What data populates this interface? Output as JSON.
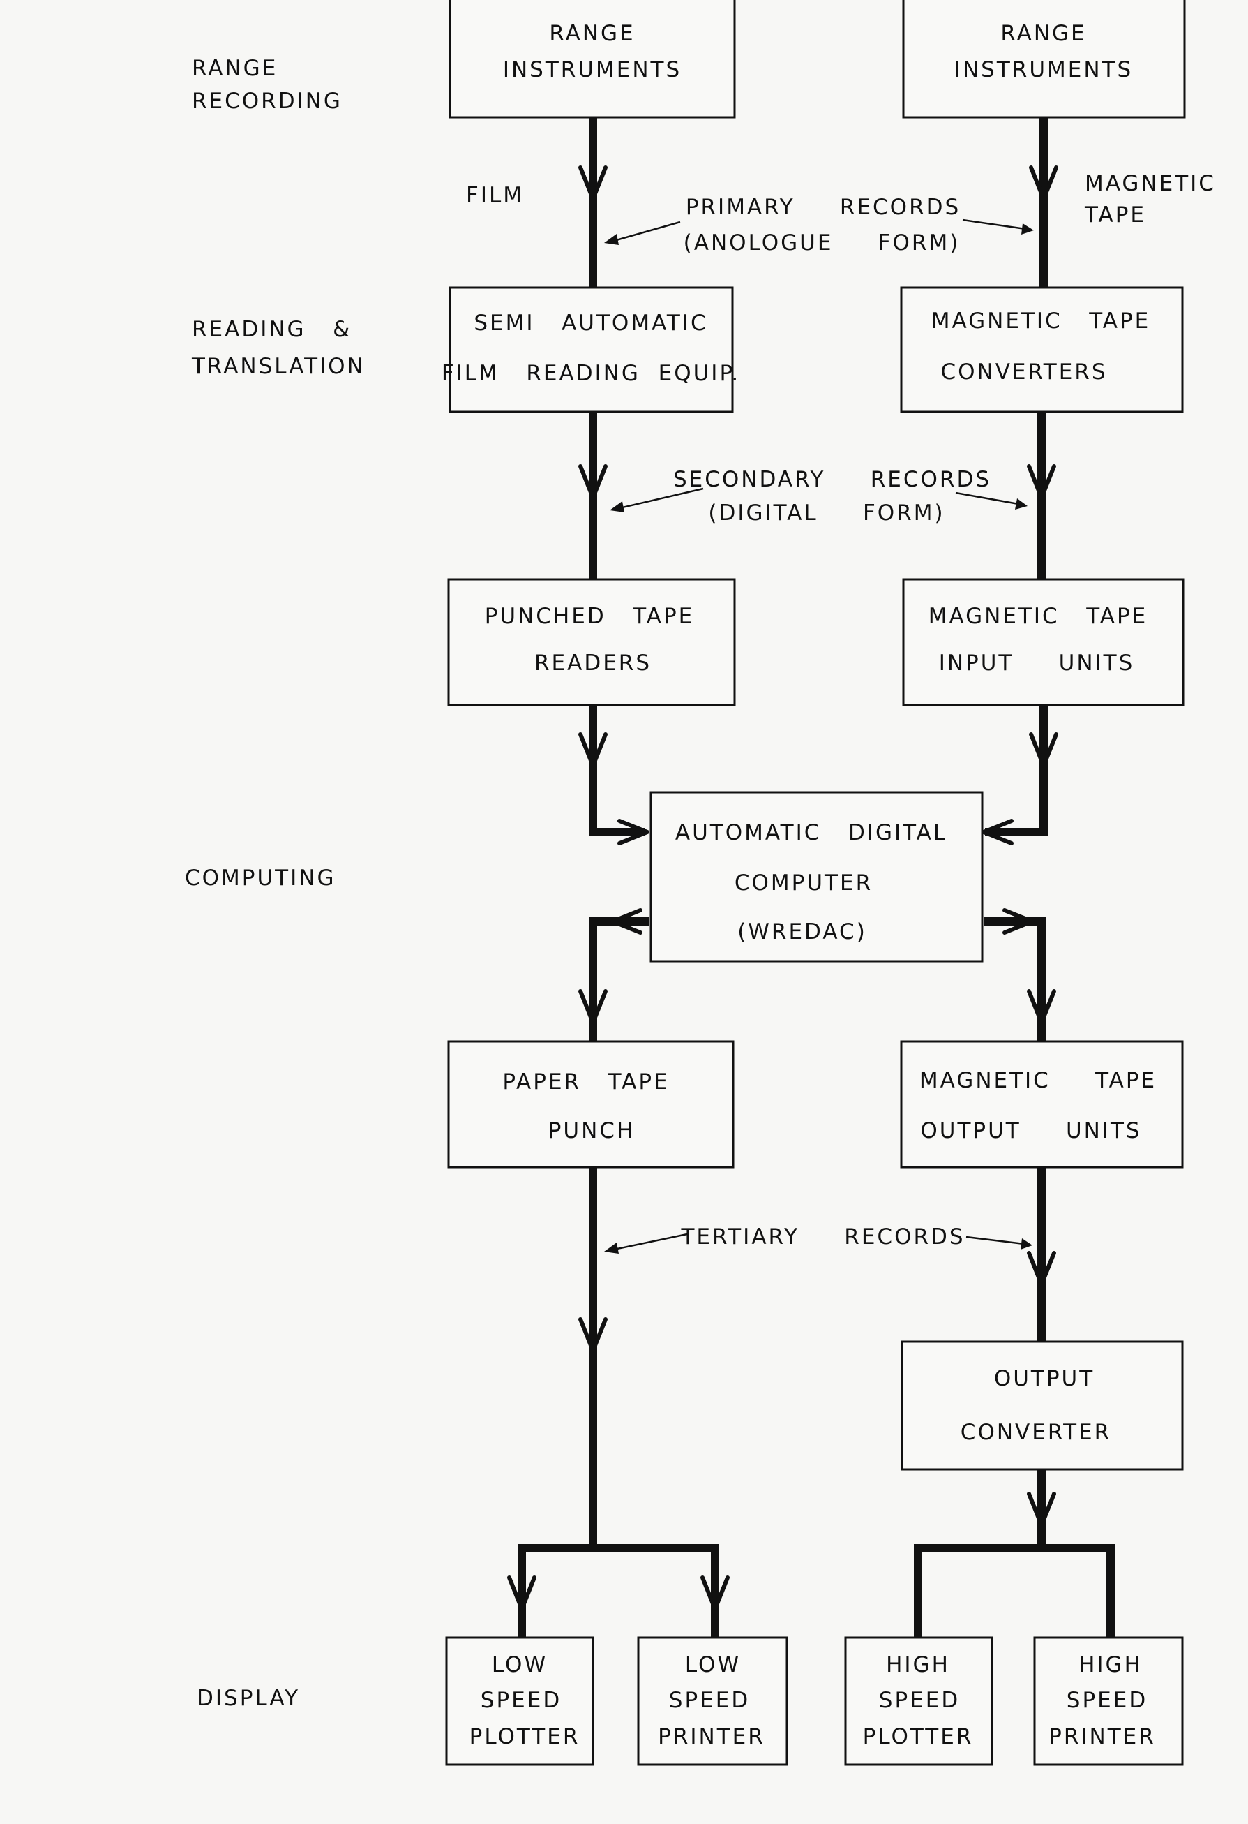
{
  "stages": {
    "range_recording": [
      "RANGE",
      "RECORDING"
    ],
    "reading_translation": [
      "READING   &",
      "TRANSLATION"
    ],
    "computing": "COMPUTING",
    "display": "DISPLAY"
  },
  "boxes": {
    "range_instruments_left": [
      "RANGE",
      "INSTRUMENTS"
    ],
    "range_instruments_right": [
      "RANGE",
      "INSTRUMENTS"
    ],
    "film_reading": [
      "SEMI   AUTOMATIC",
      "FILM   READING  EQUIP."
    ],
    "mag_tape_converters": [
      "MAGNETIC   TAPE",
      "CONVERTERS"
    ],
    "punched_tape_readers": [
      "PUNCHED   TAPE",
      "READERS"
    ],
    "mag_tape_input": [
      "MAGNETIC   TAPE",
      "INPUT     UNITS"
    ],
    "computer": [
      "AUTOMATIC   DIGITAL",
      "COMPUTER",
      "(WREDAC)"
    ],
    "paper_tape_punch": [
      "PAPER   TAPE",
      "PUNCH"
    ],
    "mag_tape_output": [
      "MAGNETIC     TAPE",
      "OUTPUT     UNITS"
    ],
    "output_converter": [
      "OUTPUT",
      "CONVERTER"
    ],
    "low_speed_plotter": [
      "LOW",
      "SPEED",
      "PLOTTER"
    ],
    "low_speed_printer": [
      "LOW",
      "SPEED",
      "PRINTER"
    ],
    "high_speed_plotter": [
      "HIGH",
      "SPEED",
      "PLOTTER"
    ],
    "high_speed_printer": [
      "HIGH",
      "SPEED",
      "PRINTER"
    ]
  },
  "labels": {
    "film": "FILM",
    "magnetic_tape": [
      "MAGNETIC",
      "TAPE"
    ],
    "primary_records": [
      "PRIMARY     RECORDS",
      "(ANOLOGUE     FORM)"
    ],
    "secondary_records": [
      "SECONDARY     RECORDS",
      "(DIGITAL     FORM)"
    ],
    "tertiary_records": "TERTIARY     RECORDS"
  }
}
